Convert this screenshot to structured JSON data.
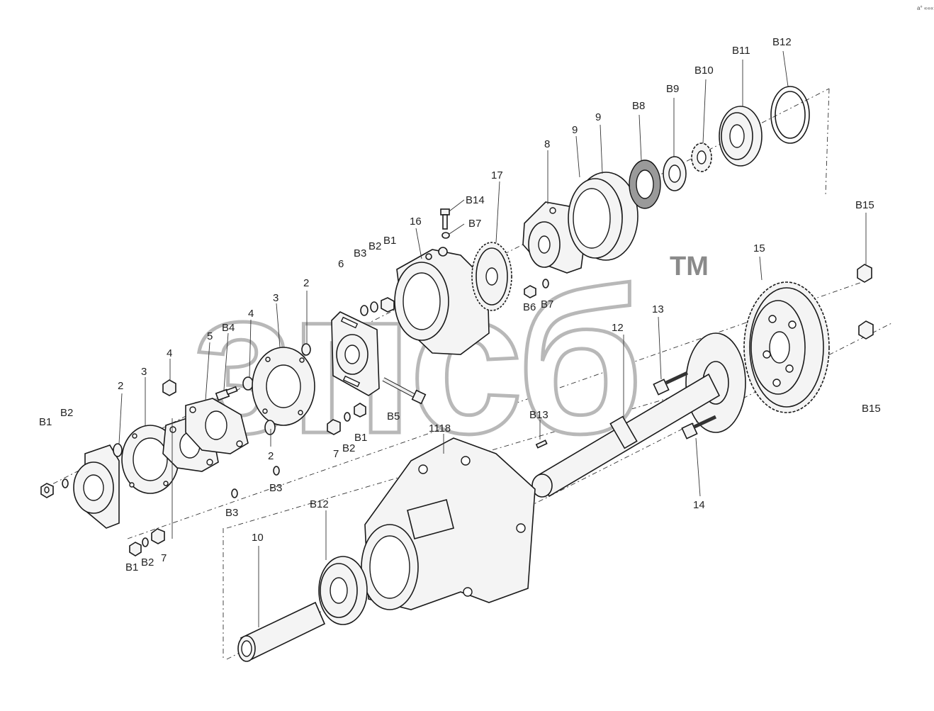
{
  "watermark": {
    "text": "зпсб",
    "trademark": "TM"
  },
  "corner_mark": "a° «««",
  "labels": [
    {
      "id": "b1_left",
      "text": "B1"
    },
    {
      "id": "b2_left",
      "text": "B2"
    },
    {
      "id": "n2_left",
      "text": "2"
    },
    {
      "id": "n3_left",
      "text": "3"
    },
    {
      "id": "n4_left",
      "text": "4"
    },
    {
      "id": "n5",
      "text": "5"
    },
    {
      "id": "b4",
      "text": "B4"
    },
    {
      "id": "n4_mid",
      "text": "4"
    },
    {
      "id": "n3_mid",
      "text": "3"
    },
    {
      "id": "n2_top",
      "text": "2"
    },
    {
      "id": "n6",
      "text": "6"
    },
    {
      "id": "b3_top",
      "text": "B3"
    },
    {
      "id": "b2_top",
      "text": "B2"
    },
    {
      "id": "b1_top",
      "text": "B1"
    },
    {
      "id": "n16",
      "text": "16"
    },
    {
      "id": "b14",
      "text": "B14"
    },
    {
      "id": "b7_top",
      "text": "B7"
    },
    {
      "id": "n17",
      "text": "17"
    },
    {
      "id": "n8",
      "text": "8"
    },
    {
      "id": "n9a",
      "text": "9"
    },
    {
      "id": "n9b",
      "text": "9"
    },
    {
      "id": "b8",
      "text": "B8"
    },
    {
      "id": "b9",
      "text": "B9"
    },
    {
      "id": "b10",
      "text": "B10"
    },
    {
      "id": "b11",
      "text": "B11"
    },
    {
      "id": "b12_top",
      "text": "B12"
    },
    {
      "id": "b15_top",
      "text": "B15"
    },
    {
      "id": "n15",
      "text": "15"
    },
    {
      "id": "b6",
      "text": "B6"
    },
    {
      "id": "b7_mid",
      "text": "B7"
    },
    {
      "id": "n13",
      "text": "13"
    },
    {
      "id": "n12",
      "text": "12"
    },
    {
      "id": "b15_bot",
      "text": "B15"
    },
    {
      "id": "b5",
      "text": "B5"
    },
    {
      "id": "n1118",
      "text": "1118"
    },
    {
      "id": "n7_mid",
      "text": "7"
    },
    {
      "id": "b2_mid",
      "text": "B2"
    },
    {
      "id": "b1_mid",
      "text": "B1"
    },
    {
      "id": "n2_mid",
      "text": "2"
    },
    {
      "id": "b3_mid",
      "text": "B3"
    },
    {
      "id": "b3_low",
      "text": "B3"
    },
    {
      "id": "b13",
      "text": "B13"
    },
    {
      "id": "n14",
      "text": "14"
    },
    {
      "id": "b12_bot",
      "text": "B12"
    },
    {
      "id": "n10",
      "text": "10"
    },
    {
      "id": "b1_bot",
      "text": "B1"
    },
    {
      "id": "b2_bot",
      "text": "B2"
    },
    {
      "id": "n7_bot",
      "text": "7"
    }
  ]
}
